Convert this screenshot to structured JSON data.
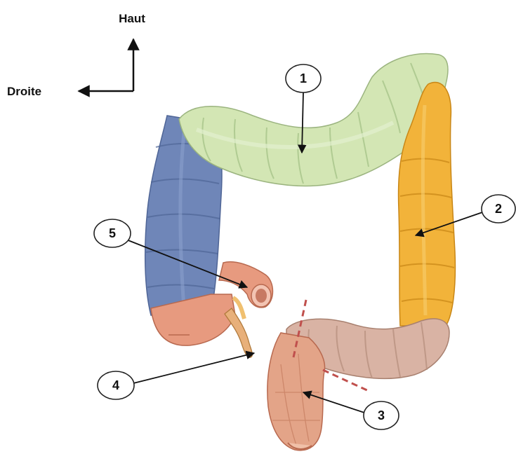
{
  "orientation": {
    "up_label": "Haut",
    "right_label": "Droite"
  },
  "callouts": [
    {
      "number": "1",
      "structure": "transverse-colon",
      "color": "#d3e6b4"
    },
    {
      "number": "2",
      "structure": "descending-colon",
      "color": "#f2b33a"
    },
    {
      "number": "3",
      "structure": "sigmoid-colon-rectum",
      "color": "#d9b3a4"
    },
    {
      "number": "4",
      "structure": "appendix",
      "color": "#e8b07a"
    },
    {
      "number": "5",
      "structure": "terminal-ileum",
      "color": "#e79a7f"
    }
  ],
  "colors": {
    "ascending_colon": "#6f86b8",
    "transverse_colon": "#d3e6b4",
    "descending_colon": "#f2b33a",
    "sigmoid_colon": "#d9b3a4",
    "rectum": "#e3a488",
    "cecum": "#e79a7f",
    "cut_line": "#c0504d"
  }
}
